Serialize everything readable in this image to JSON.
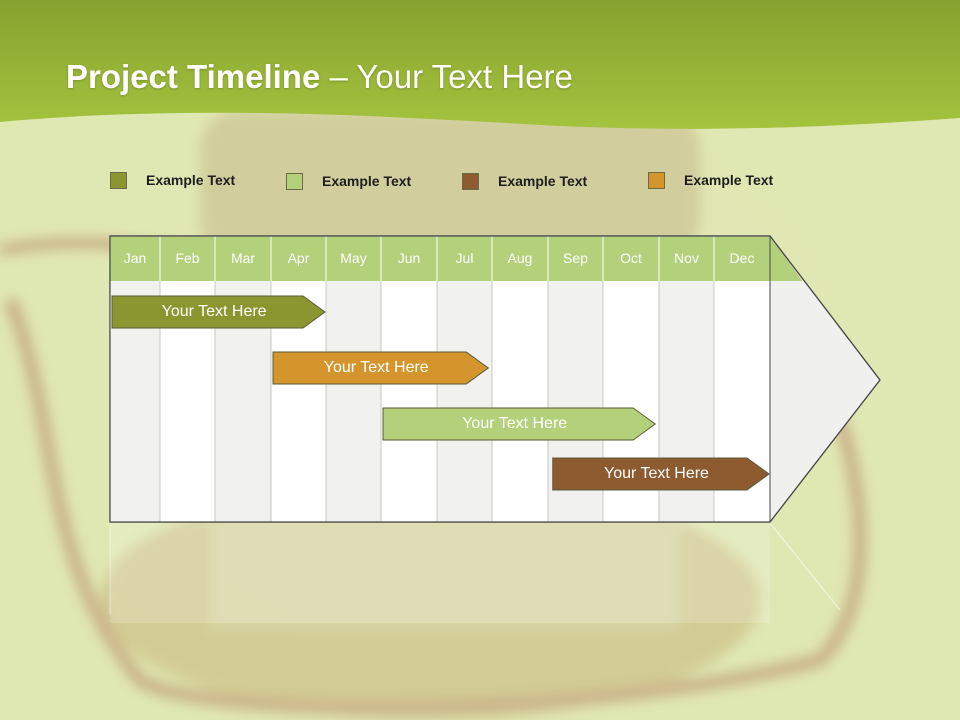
{
  "title": {
    "bold": "Project Timeline",
    "rest": " – Your Text Here"
  },
  "legend": [
    {
      "label": "Example Text",
      "color": "#8c9631"
    },
    {
      "label": "Example Text",
      "color": "#b3d07a"
    },
    {
      "label": "Example Text",
      "color": "#8e5a30"
    },
    {
      "label": "Example Text",
      "color": "#d3952c"
    }
  ],
  "months": [
    "Jan",
    "Feb",
    "Mar",
    "Apr",
    "May",
    "Jun",
    "Jul",
    "Aug",
    "Sep",
    "Oct",
    "Nov",
    "Dec"
  ],
  "tasks": [
    {
      "label": "Your  Text Here",
      "color": "#8c9631",
      "start_month": 1,
      "end_month": 4.0
    },
    {
      "label": "Your  Text Here",
      "color": "#d3952c",
      "start_month": 4.0,
      "end_month": 6.95
    },
    {
      "label": "Your  Text Here",
      "color": "#b3d07a",
      "start_month": 6.0,
      "end_month": 9.95
    },
    {
      "label": "Your  Text Here",
      "color": "#8e5a30",
      "start_month": 9.05,
      "end_month": 12.0
    }
  ],
  "colors": {
    "header": "#9dbb3a",
    "month_header": "#b3d07a",
    "grid_border": "#4a4a4a"
  }
}
